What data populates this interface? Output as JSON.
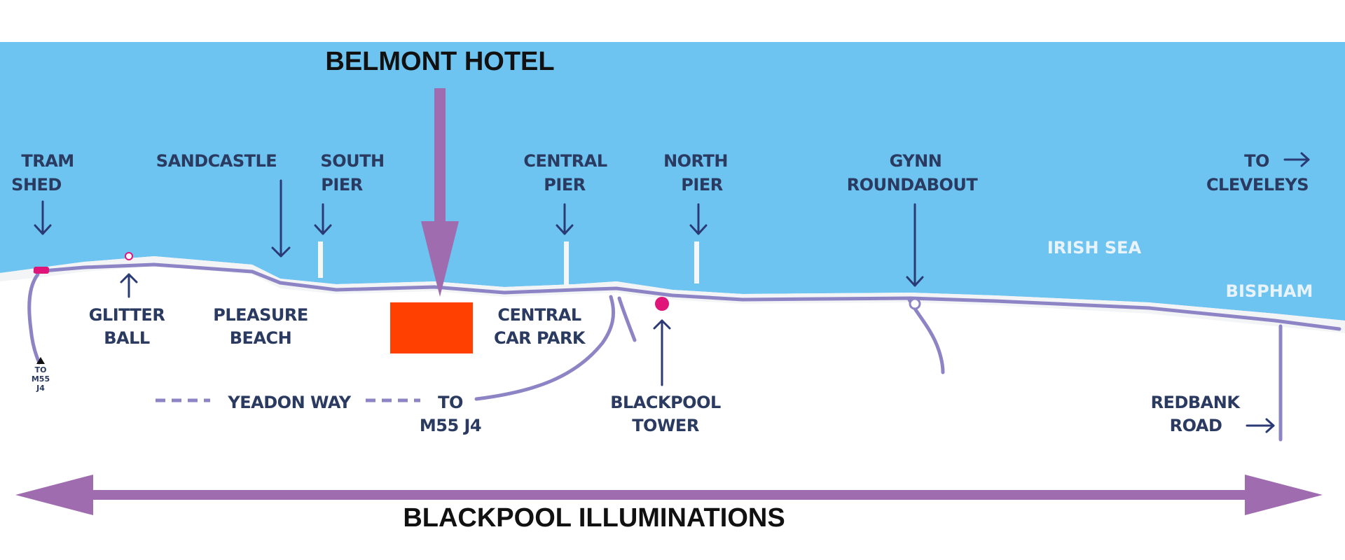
{
  "title": "BELMONT HOTEL",
  "footer": "BLACKPOOL ILLUMINATIONS",
  "sea": "IRISH SEA",
  "places": {
    "tram_shed": [
      "TRAM",
      "SHED"
    ],
    "sandcastle": [
      "SANDCASTLE"
    ],
    "south_pier": [
      "SOUTH",
      "PIER"
    ],
    "central_pier": [
      "CENTRAL",
      "PIER"
    ],
    "north_pier": [
      "NORTH",
      "PIER"
    ],
    "gynn_roundabout": [
      "GYNN",
      "ROUNDABOUT"
    ],
    "to_cleveleys": [
      "TO",
      "CLEVELEYS"
    ],
    "bispham": [
      "BISPHAM"
    ],
    "glitter_ball": [
      "GLITTER",
      "BALL"
    ],
    "pleasure_beach": [
      "PLEASURE",
      "BEACH"
    ],
    "central_car_park": [
      "CENTRAL",
      "CAR PARK"
    ],
    "blackpool_tower": [
      "BLACKPOOL",
      "TOWER"
    ],
    "redbank_road": [
      "REDBANK",
      "ROAD"
    ],
    "yeadon_way": "YEADON WAY",
    "to_m55": [
      "TO",
      "M55 J4"
    ],
    "to_m55_small": [
      "TO",
      "M55",
      "J4"
    ]
  },
  "colors": {
    "sea": "#6ec4f0",
    "hotel": "#ff4000",
    "illuminations_arrow": "#a06cb0",
    "tower_dot": "#e0157a",
    "road": "#8d84c6",
    "label": "#2a3a60"
  }
}
